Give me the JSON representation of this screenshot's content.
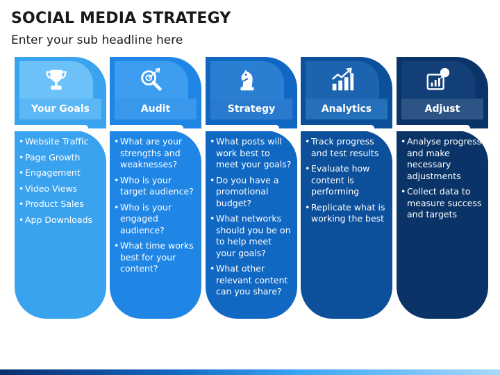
{
  "header": {
    "title": "SOCIAL MEDIA STRATEGY",
    "subtitle": "Enter your sub headline here"
  },
  "columns": [
    {
      "label": "Your Goals",
      "icon": "trophy-icon",
      "colors": {
        "head": "#3aa3f0",
        "icon_bg": "#6cc1f8",
        "band": "#5bb7f5",
        "body": "#3aa3f0"
      },
      "items": [
        "Website Traffic",
        "Page Growth",
        "Engagement",
        "Video Views",
        "Product Sales",
        "App Downloads"
      ]
    },
    {
      "label": "Audit",
      "icon": "magnifier-target-icon",
      "colors": {
        "head": "#1f86e6",
        "icon_bg": "#3d9df0",
        "band": "#3a98ec",
        "body": "#1f86e6"
      },
      "items": [
        "What are your strengths and weaknesses?",
        "Who is your target audience?",
        "Who is your engaged audience?",
        "What time works best for your content?"
      ]
    },
    {
      "label": "Strategy",
      "icon": "chess-knight-icon",
      "colors": {
        "head": "#1168c2",
        "icon_bg": "#2b7fd3",
        "band": "#2a7bcf",
        "body": "#1168c2"
      },
      "items": [
        "What posts will work best to meet your goals?",
        "Do you have a promotional budget?",
        "What networks should you be on to help meet your goals?",
        "What other relevant content can you share?"
      ]
    },
    {
      "label": "Analytics",
      "icon": "bar-chart-growth-icon",
      "colors": {
        "head": "#0c4f9a",
        "icon_bg": "#1c64b0",
        "band": "#2470bb",
        "body": "#0c4f9a"
      },
      "items": [
        "Track progress and test results",
        "Evaluate how content is performing",
        "Replicate what is working the best"
      ]
    },
    {
      "label": "Adjust",
      "icon": "chart-chat-icon",
      "colors": {
        "head": "#0a3468",
        "icon_bg": "#123f78",
        "band": "#2c5586",
        "body": "#0a3468"
      },
      "items": [
        "Analyse progress and make necessary adjustments",
        "Collect data to measure success and targets"
      ]
    }
  ]
}
